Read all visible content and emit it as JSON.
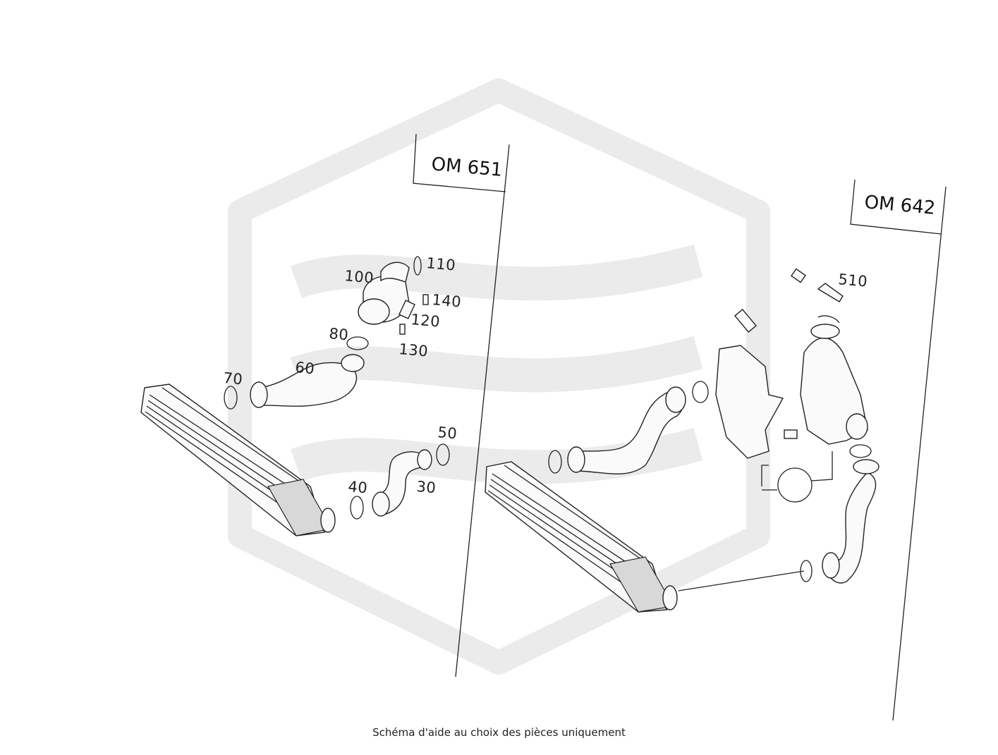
{
  "diagram": {
    "sections": [
      {
        "id": "om651",
        "engine_label": "OM 651"
      },
      {
        "id": "om642",
        "engine_label": "OM 642"
      }
    ],
    "callouts": {
      "om651": [
        "110",
        "100",
        "140",
        "120",
        "130",
        "80",
        "60",
        "70",
        "50",
        "40",
        "30"
      ],
      "om642": [
        "510"
      ]
    }
  },
  "caption": "Schéma d'aide au choix des pièces uniquement",
  "watermark": {
    "color": "#ebebeb"
  },
  "colors": {
    "line": "#222222",
    "part_fill": "#fafafa",
    "shade": "#d8d8d8"
  }
}
